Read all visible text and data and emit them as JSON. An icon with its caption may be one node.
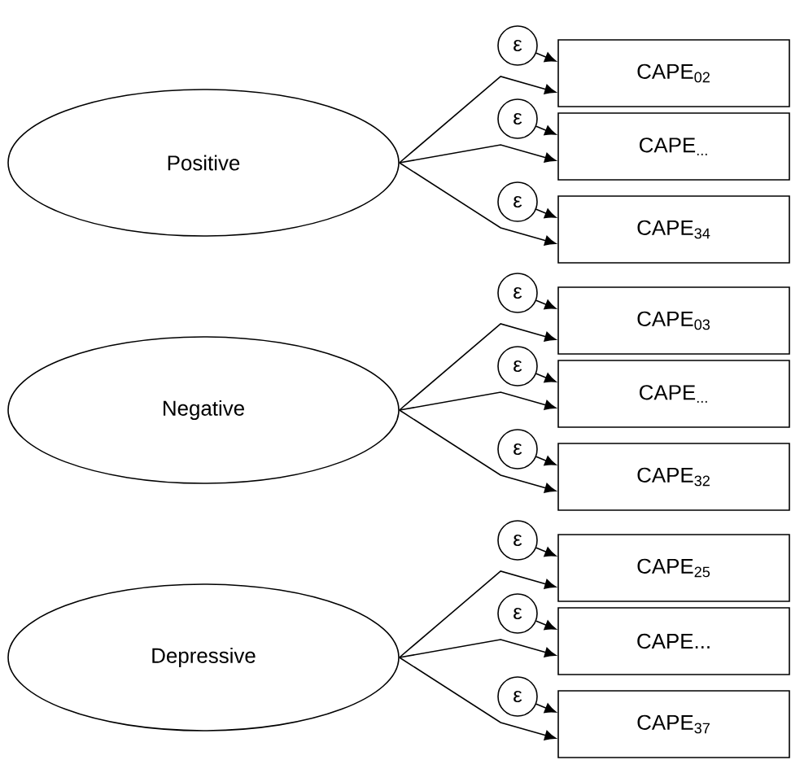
{
  "diagram": {
    "nodes": [
      {
        "text": [
          "Positive"
        ]
      },
      {
        "text": [
          "ε"
        ]
      },
      {
        "text": [
          "CAPE$_{02}$"
        ]
      },
      {
        "text": [
          "ε"
        ]
      },
      {
        "text": [
          "CAPE$_{...}$"
        ]
      },
      {
        "text": [
          "ε"
        ]
      },
      {
        "text": [
          "CAPE$_{34}$"
        ]
      },
      {
        "text": [
          "Negative"
        ]
      },
      {
        "text": [
          "ε"
        ]
      },
      {
        "text": [
          "CAPE$_{03}$"
        ]
      },
      {
        "text": [
          "ε"
        ]
      },
      {
        "text": [
          "CAPE$_{...}$"
        ]
      },
      {
        "text": [
          "ε"
        ]
      },
      {
        "text": [
          "CAPE$_{32}$"
        ]
      },
      {
        "text": [
          "Depressive"
        ]
      },
      {
        "text": [
          "ε"
        ]
      },
      {
        "text": [
          "CAPE$_{25}$"
        ]
      },
      {
        "text": [
          "ε"
        ]
      },
      {
        "text": [
          "CAPE..."
        ]
      },
      {
        "text": [
          "ε"
        ]
      },
      {
        "text": [
          "CAPE$_{37}$"
        ]
      }
    ],
    "edges": [
      {
        "from": 0,
        "to": 2,
        "arrow": "to"
      },
      {
        "from": 0,
        "to": 4,
        "arrow": "to"
      },
      {
        "from": 0,
        "to": 6,
        "arrow": "to"
      },
      {
        "from": 1,
        "to": 2,
        "arrow": "to"
      },
      {
        "from": 3,
        "to": 4,
        "arrow": "to"
      },
      {
        "from": 5,
        "to": 6,
        "arrow": "to"
      },
      {
        "from": 7,
        "to": 9,
        "arrow": "to"
      },
      {
        "from": 7,
        "to": 11,
        "arrow": "to"
      },
      {
        "from": 7,
        "to": 13,
        "arrow": "to"
      },
      {
        "from": 8,
        "to": 9,
        "arrow": "to"
      },
      {
        "from": 10,
        "to": 11,
        "arrow": "to"
      },
      {
        "from": 12,
        "to": 13,
        "arrow": "to"
      },
      {
        "from": 14,
        "to": 16,
        "arrow": "to"
      },
      {
        "from": 14,
        "to": 18,
        "arrow": "to"
      },
      {
        "from": 14,
        "to": 20,
        "arrow": "to"
      },
      {
        "from": 15,
        "to": 16,
        "arrow": "to"
      },
      {
        "from": 17,
        "to": 18,
        "arrow": "to"
      },
      {
        "from": 19,
        "to": 20,
        "arrow": "to"
      }
    ]
  }
}
